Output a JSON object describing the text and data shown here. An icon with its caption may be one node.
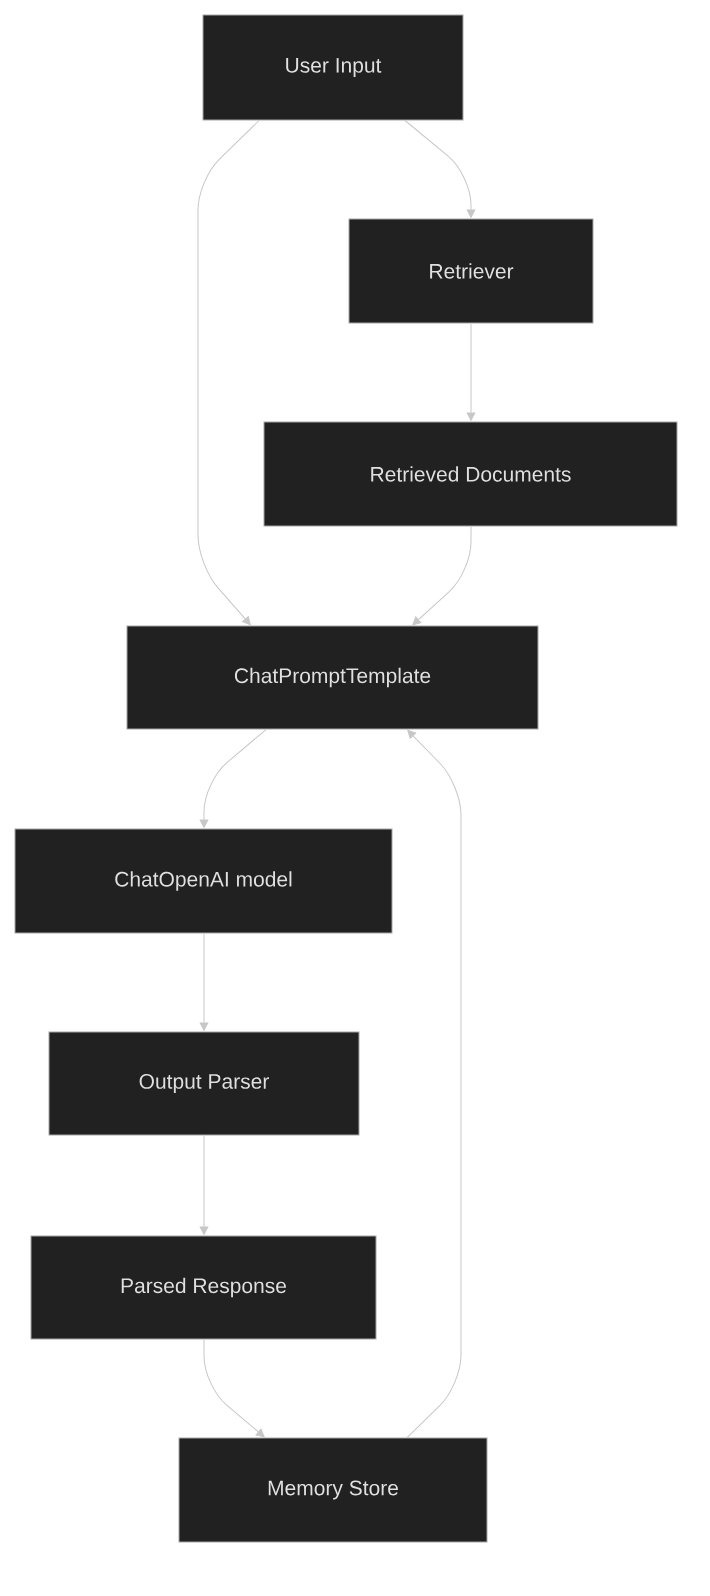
{
  "diagram": {
    "nodes": [
      {
        "text": [
          "User Input"
        ]
      },
      {
        "text": [
          "Retriever"
        ]
      },
      {
        "text": [
          "Retrieved Documents"
        ]
      },
      {
        "text": [
          "ChatPromptTemplate"
        ]
      },
      {
        "text": [
          "ChatOpenAI model"
        ]
      },
      {
        "text": [
          "Output Parser"
        ]
      },
      {
        "text": [
          "Parsed Response"
        ]
      },
      {
        "text": [
          "Memory Store"
        ]
      }
    ],
    "edges": [
      {
        "from": 0,
        "to": 1,
        "arrow": "to"
      },
      {
        "from": 1,
        "to": 2,
        "arrow": "to"
      },
      {
        "from": 0,
        "to": 3,
        "arrow": "to"
      },
      {
        "from": 2,
        "to": 3,
        "arrow": "to"
      },
      {
        "from": 3,
        "to": 4,
        "arrow": "to"
      },
      {
        "from": 4,
        "to": 5,
        "arrow": "to"
      },
      {
        "from": 5,
        "to": 6,
        "arrow": "to"
      },
      {
        "from": 6,
        "to": 7,
        "arrow": "to"
      },
      {
        "from": 7,
        "to": 3,
        "arrow": "to"
      }
    ]
  }
}
